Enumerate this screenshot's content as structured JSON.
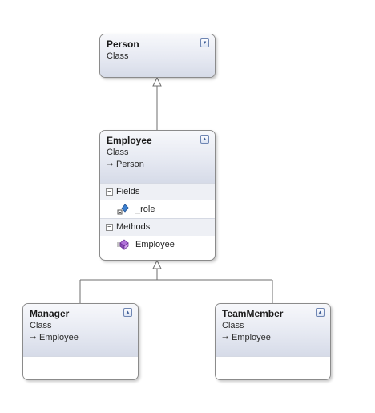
{
  "diagram": {
    "classes": {
      "person": {
        "name": "Person",
        "kind": "Class",
        "toggle": "expand-icon"
      },
      "employee": {
        "name": "Employee",
        "kind": "Class",
        "base": "Person",
        "toggle": "collapse-icon",
        "compartments": {
          "fields": {
            "label": "Fields",
            "items": [
              {
                "name": "_role",
                "icon": "field-icon"
              }
            ]
          },
          "methods": {
            "label": "Methods",
            "items": [
              {
                "name": "Employee",
                "icon": "method-icon"
              }
            ]
          }
        }
      },
      "manager": {
        "name": "Manager",
        "kind": "Class",
        "base": "Employee",
        "toggle": "collapse-icon"
      },
      "teammember": {
        "name": "TeamMember",
        "kind": "Class",
        "base": "Employee",
        "toggle": "collapse-icon"
      }
    },
    "relationships": [
      {
        "type": "inheritance",
        "from": "Employee",
        "to": "Person"
      },
      {
        "type": "inheritance",
        "from": "Manager",
        "to": "Employee"
      },
      {
        "type": "inheritance",
        "from": "TeamMember",
        "to": "Employee"
      }
    ]
  }
}
